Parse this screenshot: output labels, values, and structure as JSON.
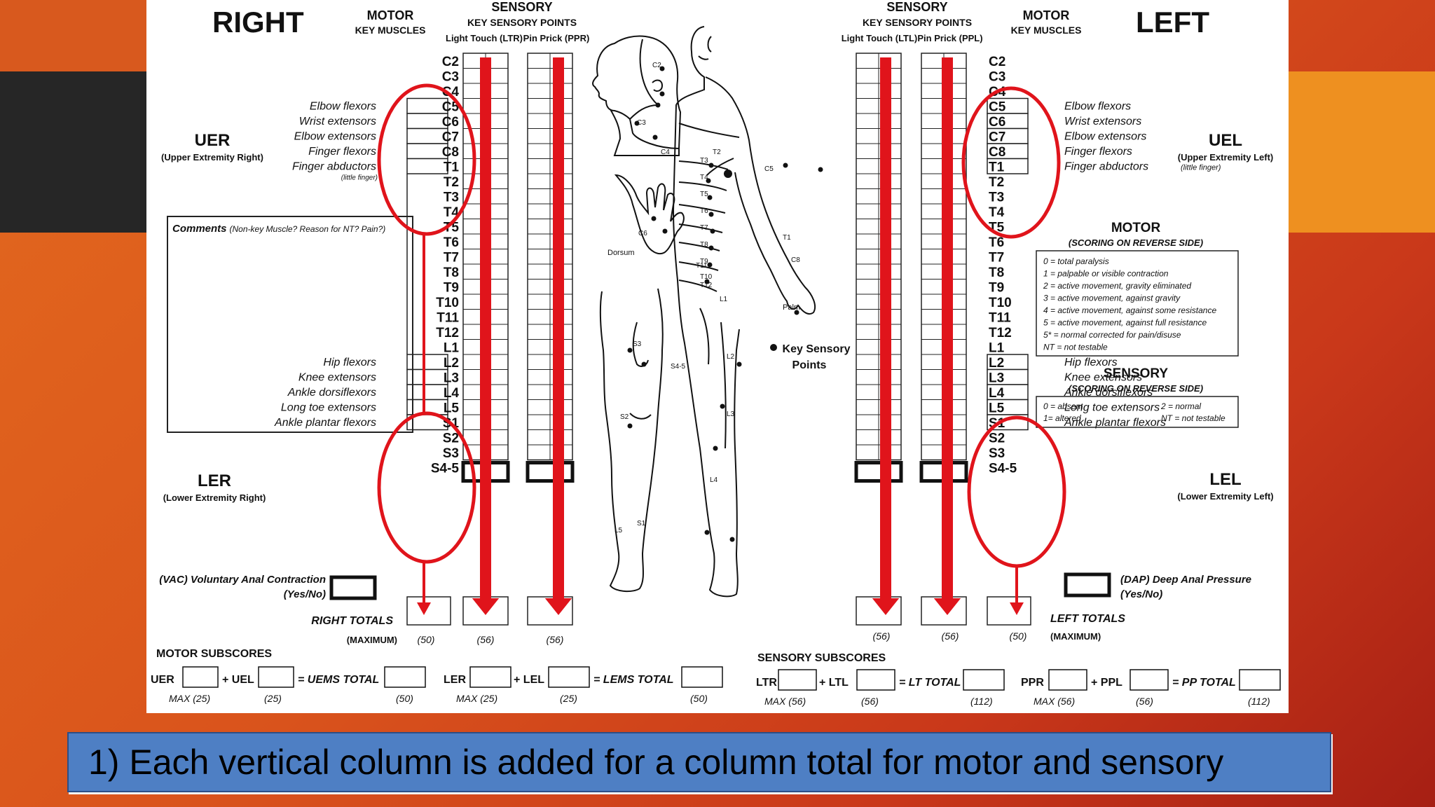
{
  "header": {
    "right": "RIGHT",
    "left": "LEFT",
    "motor": "MOTOR",
    "key_muscles": "KEY MUSCLES",
    "sensory": "SENSORY",
    "key_sensory_points": "KEY SENSORY POINTS",
    "light_touch_right": "Light Touch (LTR)",
    "pin_prick_right": "Pin Prick (PPR)",
    "light_touch_left": "Light Touch (LTL)",
    "pin_prick_left": "Pin Prick (PPL)"
  },
  "levels": [
    "C2",
    "C3",
    "C4",
    "C5",
    "C6",
    "C7",
    "C8",
    "T1",
    "T2",
    "T3",
    "T4",
    "T5",
    "T6",
    "T7",
    "T8",
    "T9",
    "T10",
    "T11",
    "T12",
    "L1",
    "L2",
    "L3",
    "L4",
    "L5",
    "S1",
    "S2",
    "S3",
    "S4-5"
  ],
  "upper_muscles": [
    "Elbow flexors",
    "Wrist extensors",
    "Elbow extensors",
    "Finger flexors",
    "Finger abductors"
  ],
  "lower_muscles": [
    "Hip flexors",
    "Knee extensors",
    "Ankle dorsiflexors",
    "Long toe extensors",
    "Ankle plantar flexors"
  ],
  "little_finger": "(little finger)",
  "uer": {
    "abbr": "UER",
    "full": "(Upper Extremity Right)"
  },
  "uel": {
    "abbr": "UEL",
    "full": "(Upper Extremity Left)"
  },
  "ler": {
    "abbr": "LER",
    "full": "(Lower Extremity Right)"
  },
  "lel": {
    "abbr": "LEL",
    "full": "(Lower Extremity Left)"
  },
  "comments": {
    "label": "Comments",
    "note": "(Non-key Muscle? Reason for NT? Pain?)"
  },
  "vac": {
    "label": "(VAC) Voluntary Anal Contraction",
    "yn": "(Yes/No)"
  },
  "dap": {
    "label": "(DAP) Deep Anal Pressure",
    "yn": "(Yes/No)"
  },
  "right_totals": "RIGHT TOTALS",
  "left_totals": "LEFT TOTALS",
  "maximum": "(MAXIMUM)",
  "max_values": {
    "motor": "(50)",
    "sensory": "(56)"
  },
  "motor_scale": {
    "title": "MOTOR",
    "sub": "(SCORING ON REVERSE SIDE)",
    "items": [
      "0 = total paralysis",
      "1 = palpable or visible contraction",
      "2 = active movement, gravity eliminated",
      "3 = active movement, against gravity",
      "4 = active movement, against some resistance",
      "5 = active movement, against full resistance",
      "5* = normal corrected for pain/disuse",
      "NT = not testable"
    ]
  },
  "sensory_scale": {
    "title": "SENSORY",
    "sub": "(SCORING ON REVERSE SIDE)",
    "items": [
      "0 = absent",
      "2 = normal",
      "1= altered",
      "NT = not testable"
    ]
  },
  "body_labels": {
    "key_sensory_points": "Key Sensory",
    "points": "Points",
    "dorsum": "Dorsum",
    "palm": "Palm",
    "dermatomes": [
      "C2",
      "C3",
      "C4",
      "C6",
      "C5",
      "T1",
      "C8",
      "S3",
      "S4-5",
      "S2",
      "S1",
      "L5",
      "L4",
      "L3",
      "L2",
      "L1",
      "T2",
      "T3",
      "T4",
      "T5",
      "T6",
      "T7",
      "T8",
      "T9",
      "T10",
      "T11",
      "T12"
    ]
  },
  "motor_subscores": {
    "title": "MOTOR SUBSCORES",
    "uer": "UER",
    "uel": "+ UEL",
    "uems": "= UEMS TOTAL",
    "ler": "LER",
    "lel": "+ LEL",
    "lems": "= LEMS TOTAL",
    "max": "MAX (25)",
    "v25": "(25)",
    "v50": "(50)"
  },
  "sensory_subscores": {
    "title": "SENSORY SUBSCORES",
    "ltr": "LTR",
    "ltl": "+ LTL",
    "lt_total": "= LT TOTAL",
    "ppr": "PPR",
    "ppl": "+ PPL",
    "pp_total": "= PP TOTAL",
    "max": "MAX (56)",
    "v56": "(56)",
    "v112": "(112)"
  },
  "caption": "1) Each vertical column is added for a column total for motor and sensory",
  "colors": {
    "annotation_red": "#e0141b",
    "caption_bg": "#4e7fc4",
    "slide_orange": "#e3691e"
  }
}
